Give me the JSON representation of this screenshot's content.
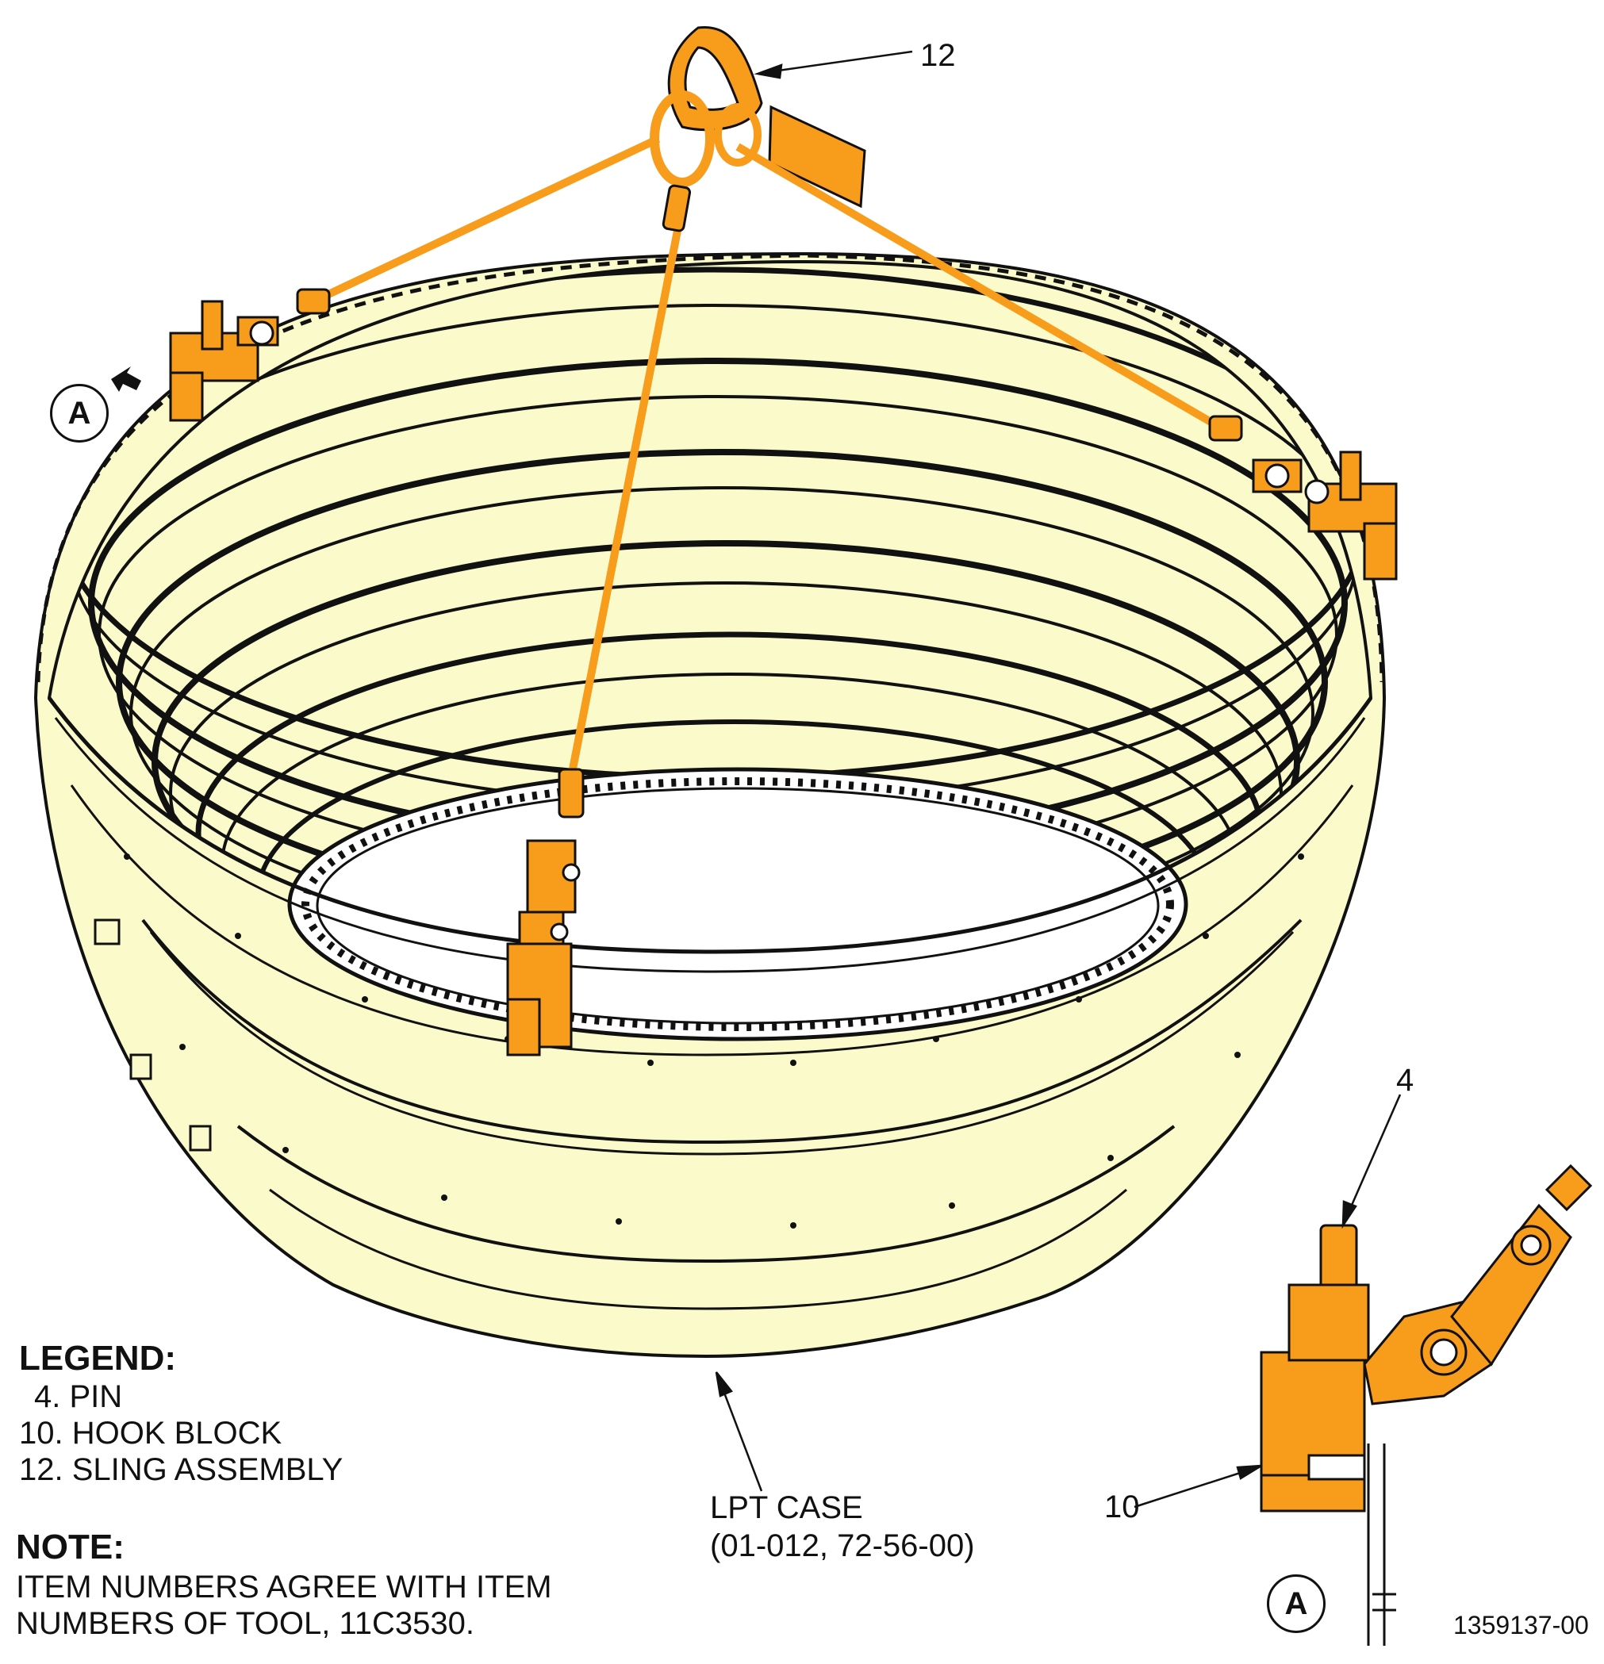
{
  "callouts": {
    "sling": "12",
    "pin": "4",
    "hook_block": "10"
  },
  "detail_marker": "A",
  "lpt_label": {
    "line1": "LPT CASE",
    "line2": "(01-012, 72-56-00)"
  },
  "legend": {
    "title": "LEGEND:",
    "items": [
      "4. PIN",
      "10. HOOK BLOCK",
      "12. SLING ASSEMBLY"
    ]
  },
  "note": {
    "title": "NOTE:",
    "line1": "ITEM NUMBERS AGREE WITH ITEM",
    "line2": "NUMBERS OF TOOL, 11C3530."
  },
  "figure_id": "1359137-00",
  "colors": {
    "case_fill": "#fafacb",
    "tool_orange": "#f89c1c",
    "outline": "#111111"
  }
}
